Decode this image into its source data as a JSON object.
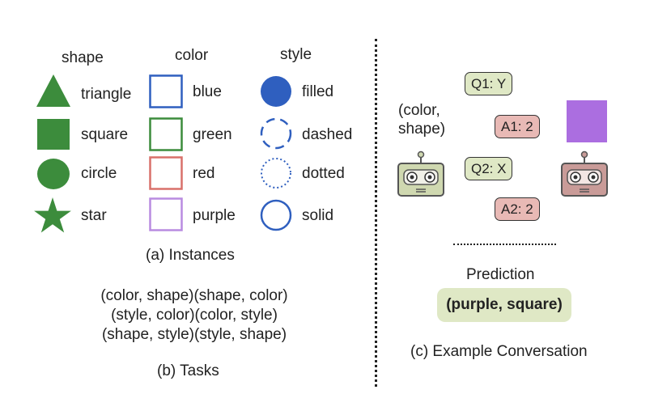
{
  "instances": {
    "headers": {
      "shape": "shape",
      "color": "color",
      "style": "style"
    },
    "shapes": [
      "triangle",
      "square",
      "circle",
      "star"
    ],
    "colors": [
      "blue",
      "green",
      "red",
      "purple"
    ],
    "styles": [
      "filled",
      "dashed",
      "dotted",
      "solid"
    ],
    "caption": "(a) Instances"
  },
  "tasks": {
    "lines": [
      "(color, shape)(shape, color)",
      "(style, color)(color, style)",
      "(shape, style)(style, shape)"
    ],
    "caption": "(b) Tasks"
  },
  "conversation": {
    "prompt_line1": "(color,",
    "prompt_line2": "shape)",
    "q1": "Q1: Y",
    "a1": "A1: 2",
    "q2": "Q2: X",
    "a2": "A2: 2",
    "prediction_label": "Prediction",
    "prediction": "(purple, square)",
    "caption": "(c) Example Conversation"
  },
  "colors": {
    "shape_green": "#3c8c3c",
    "blue": "#2f5fbf",
    "green": "#3c8c3c",
    "red": "#d9706a",
    "purple": "#b98be0",
    "purple_square": "#ab6ee0",
    "robot_left": "#cfd8b0",
    "robot_right": "#c99b98",
    "bubble_q": "#dfe8c5",
    "bubble_a": "#e8b9b5"
  }
}
